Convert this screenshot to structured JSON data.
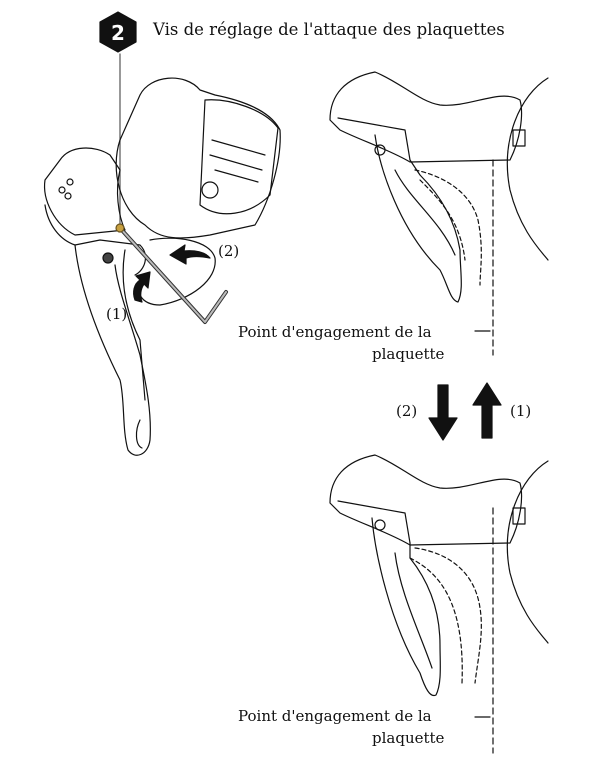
{
  "step": {
    "number": "2",
    "title": "Vis de réglage de l'attaque des plaquettes"
  },
  "left_figure": {
    "label_1": "(1)",
    "label_2": "(2)"
  },
  "top_figure": {
    "label_line1": "Point d'engagement de la",
    "label_line2": "plaquette"
  },
  "arrows": {
    "down_label": "(2)",
    "up_label": "(1)"
  },
  "bottom_figure": {
    "label_line1": "Point d'engagement de la",
    "label_line2": "plaquette"
  },
  "colors": {
    "ink": "#111111",
    "screw": "#c8a040"
  }
}
